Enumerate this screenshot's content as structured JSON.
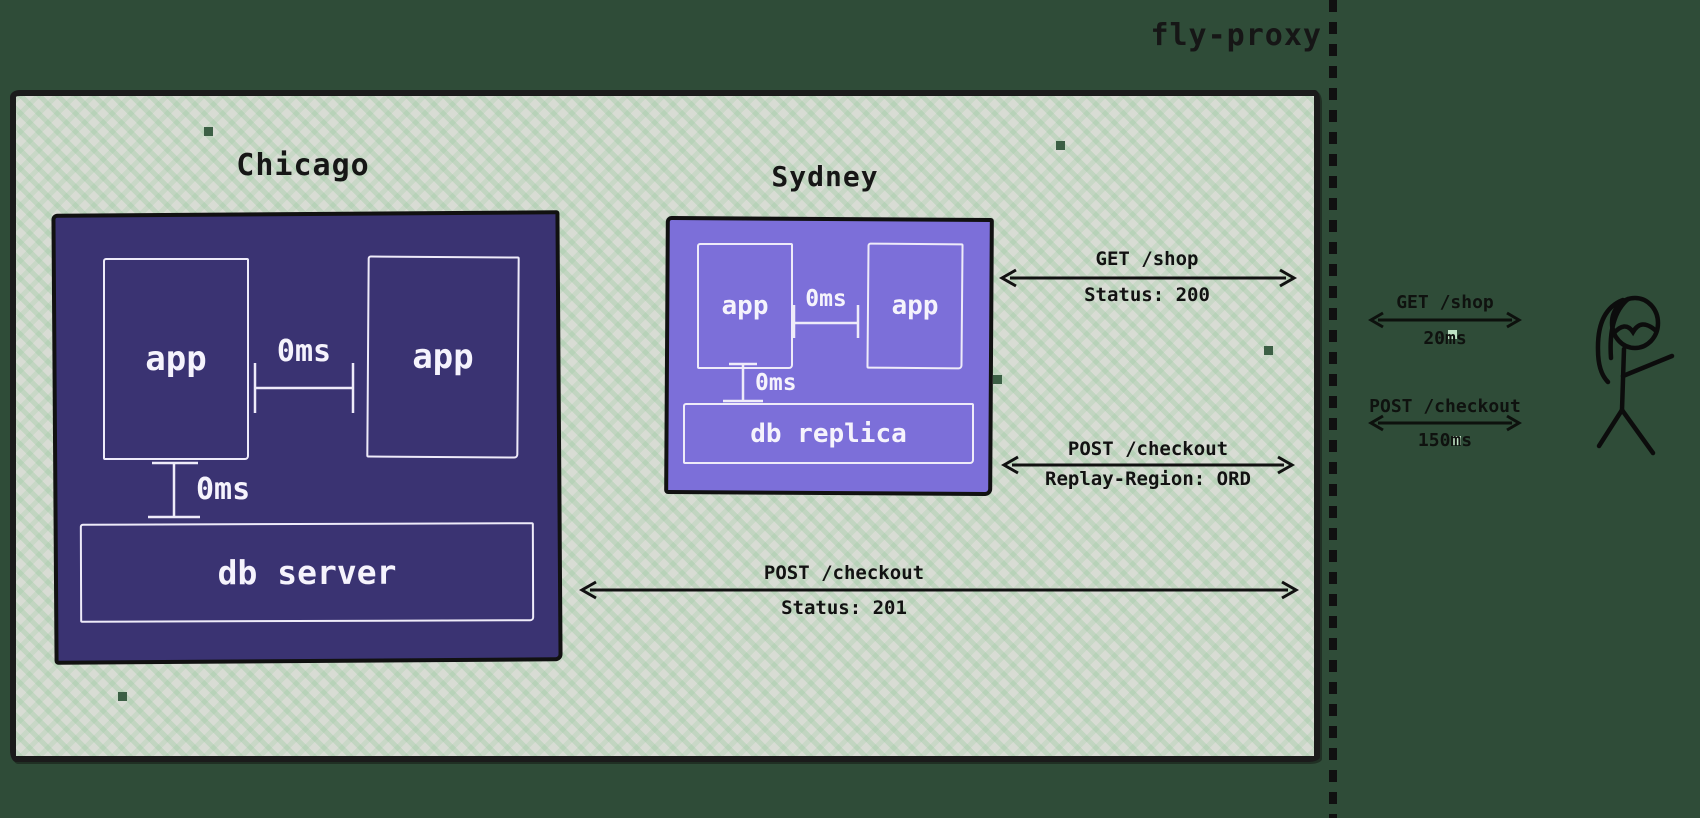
{
  "diagram": {
    "proxy_label": "fly-proxy",
    "regions": {
      "chicago": {
        "label": "Chicago",
        "app1": "app",
        "app2": "app",
        "app_link_latency": "0ms",
        "db_link_latency": "0ms",
        "db_label": "db server"
      },
      "sydney": {
        "label": "Sydney",
        "app1": "app",
        "app2": "app",
        "app_link_latency": "0ms",
        "db_link_latency": "0ms",
        "db_label": "db replica"
      }
    },
    "proxy_arrows": [
      {
        "request": "GET /shop",
        "response": "Status: 200"
      },
      {
        "request": "POST /checkout",
        "response": "Replay-Region: ORD"
      },
      {
        "request": "POST /checkout",
        "response": "Status: 201"
      }
    ],
    "client_arrows": [
      {
        "request": "GET /shop",
        "latency": "20ms"
      },
      {
        "request": "POST /checkout",
        "latency": "150ms"
      }
    ]
  },
  "colors": {
    "page_background": "#2f4c38",
    "canvas_fill": "#d8dcd4",
    "ink": "#161616",
    "chicago_fill": "#3a3372",
    "sydney_fill": "#7c6fd9",
    "diagram_stroke": "#eeebf9"
  }
}
